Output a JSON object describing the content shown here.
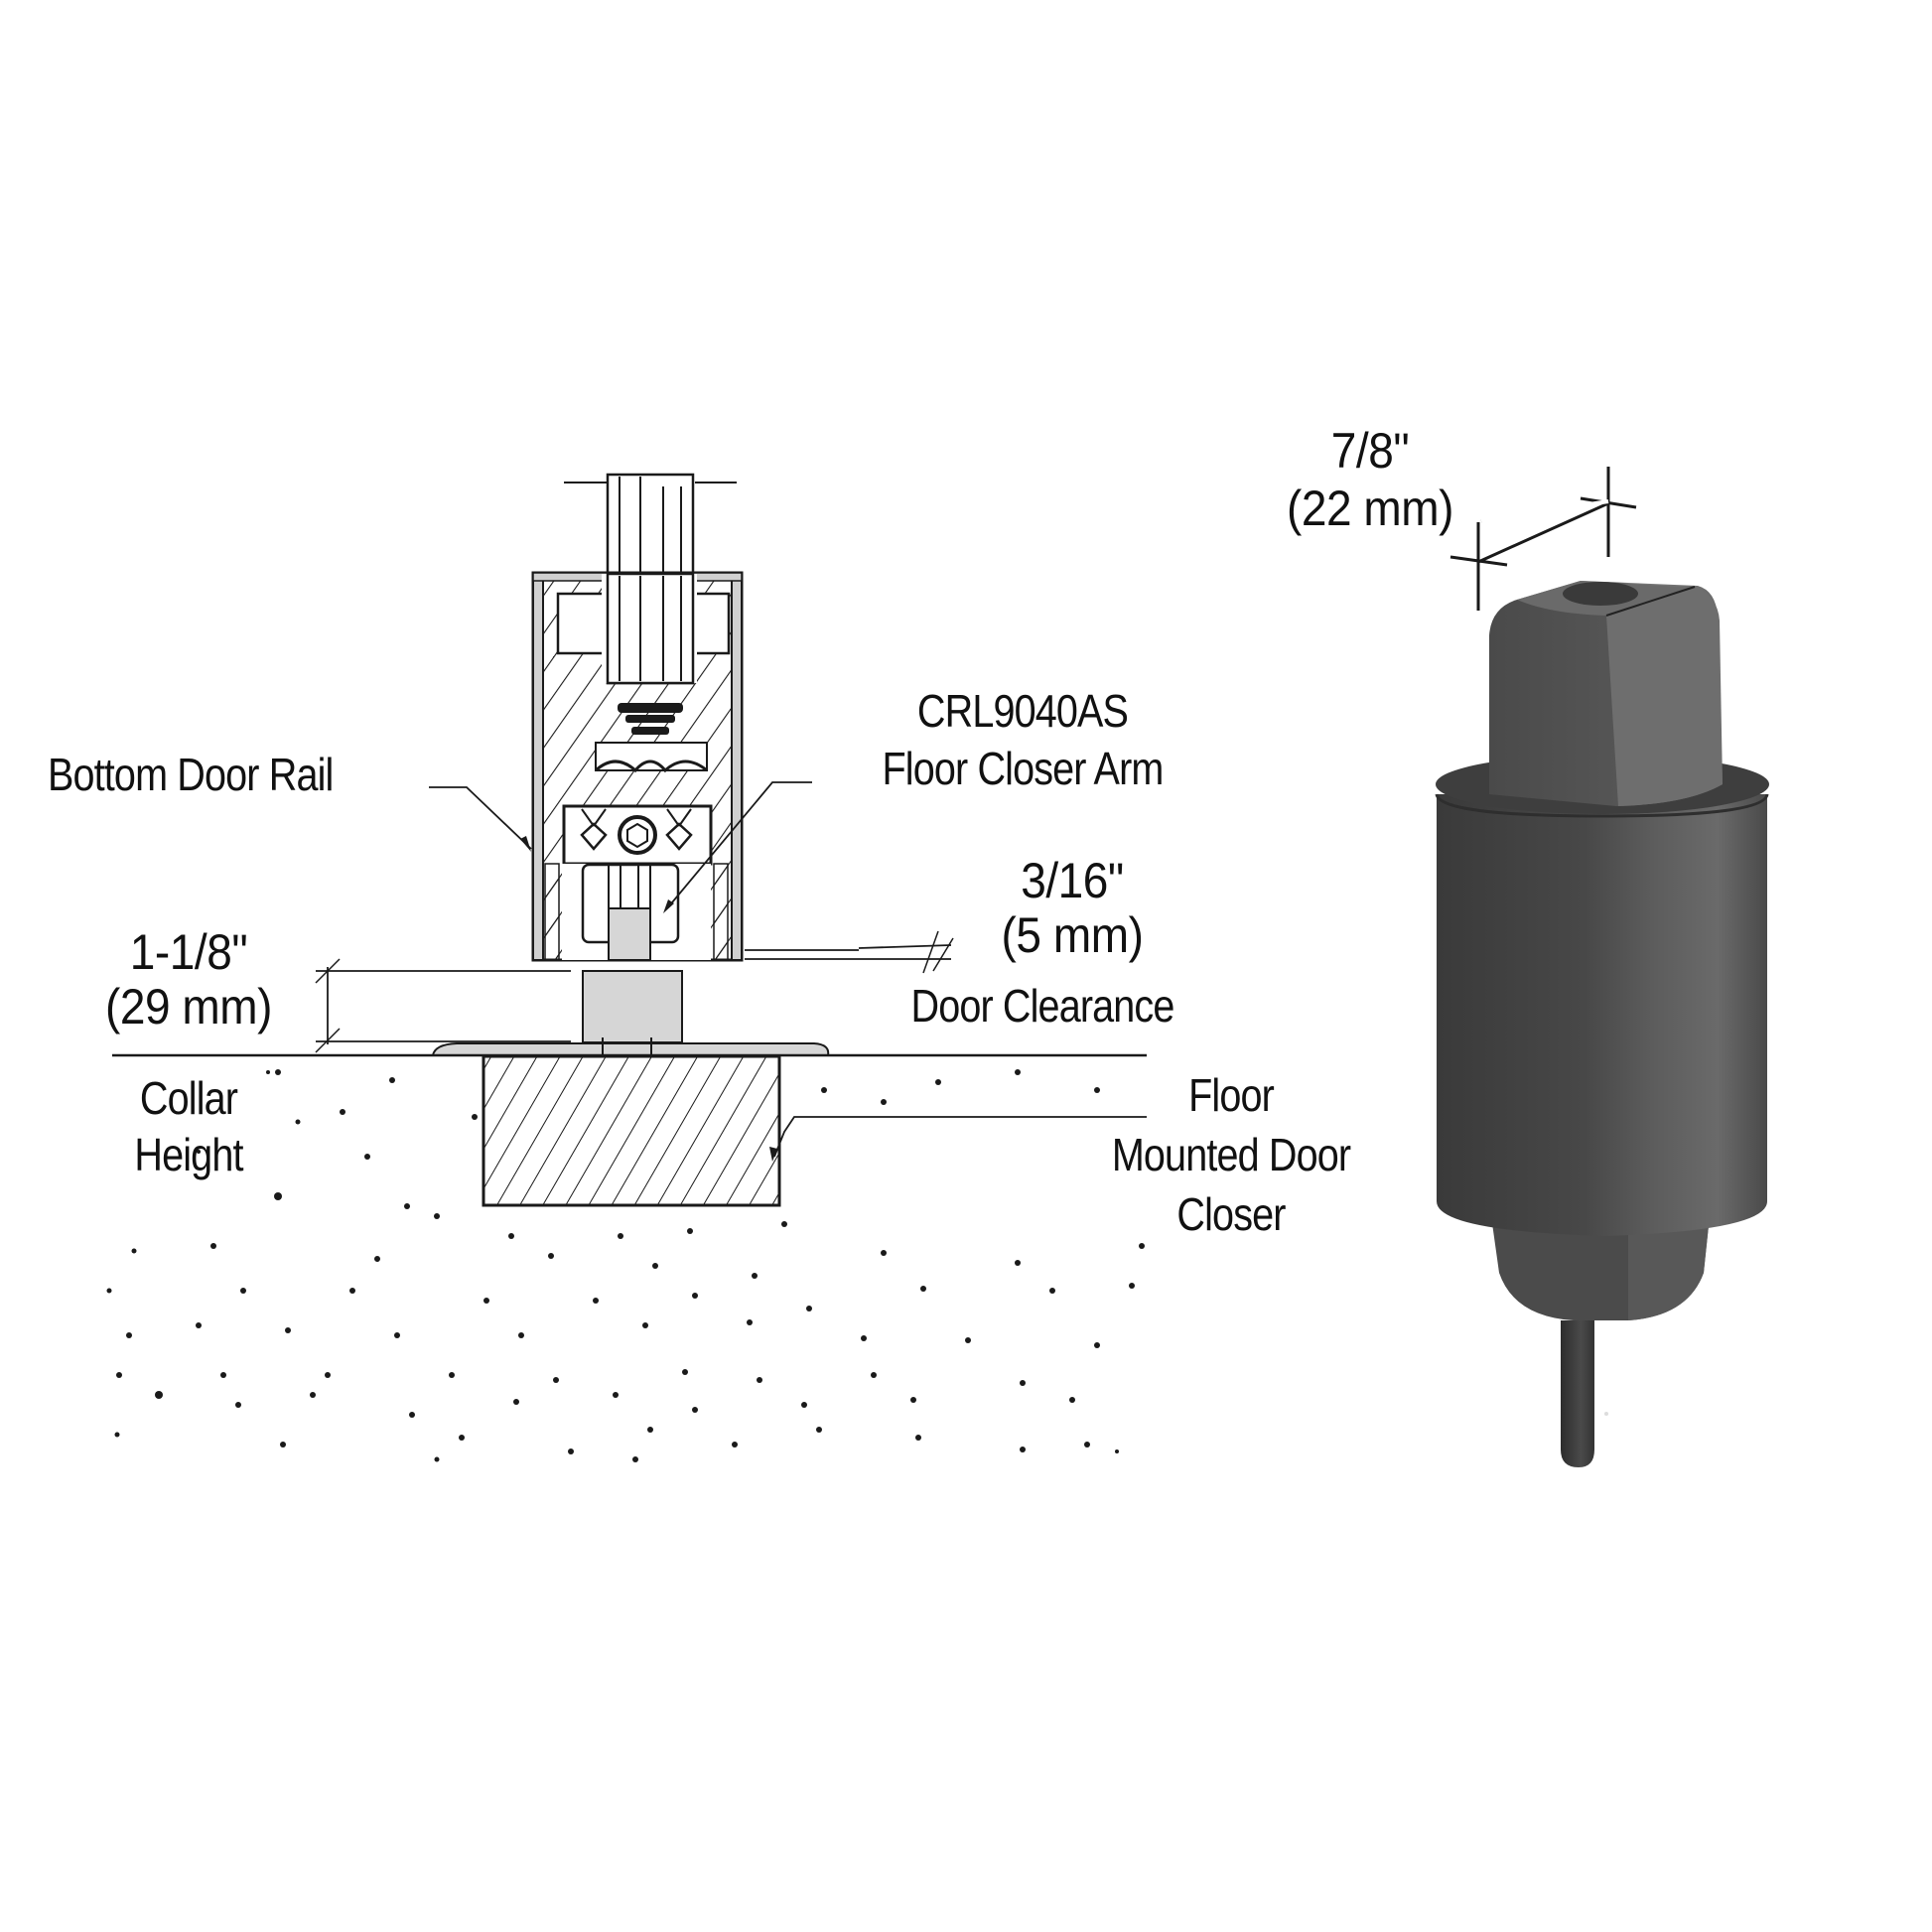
{
  "diagram": {
    "type": "installation cross-section with product photo",
    "labels": {
      "bottom_door_rail": "Bottom Door Rail",
      "part_number": "CRL9040AS",
      "part_name": "Floor Closer Arm",
      "clearance_dim_in": "3/16\"",
      "clearance_dim_mm": "(5 mm)",
      "door_clearance": "Door Clearance",
      "collar_dim_in": "1-1/8\"",
      "collar_dim_mm": "(29 mm)",
      "collar_line1": "Collar",
      "collar_line2": "Height",
      "floor_closer_line1": "Floor",
      "floor_closer_line2": "Mounted Door",
      "floor_closer_line3": "Closer",
      "arm_width_in": "7/8\"",
      "arm_width_mm": "(22 mm)"
    },
    "colors": {
      "line": "#1a1a1a",
      "collar_fill": "#d6d6d6",
      "rail_edge": "#bdbdbd",
      "product_dark": "#3f3f3f",
      "product_mid": "#555555",
      "product_light": "#6e6e6e"
    }
  }
}
